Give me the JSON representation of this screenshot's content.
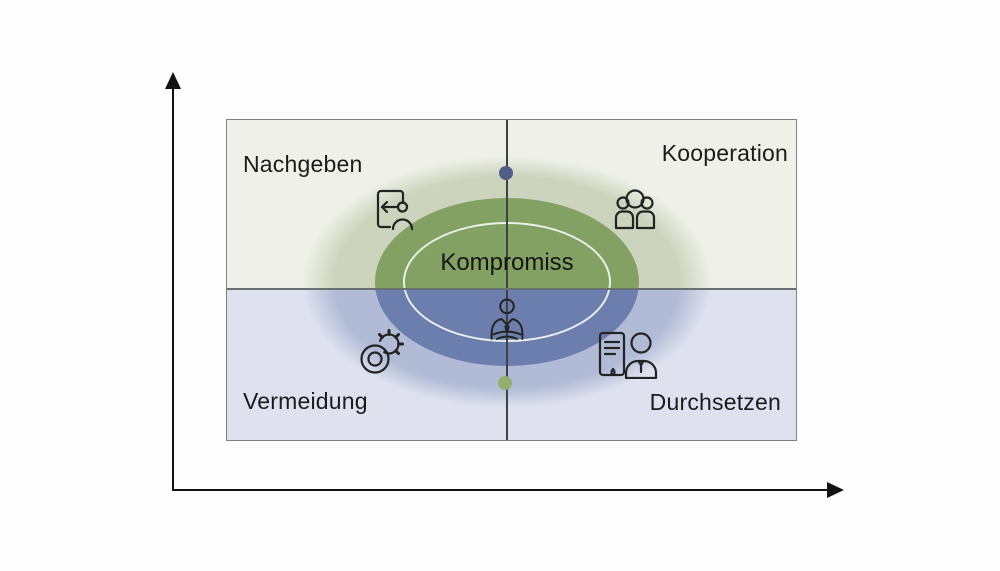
{
  "quadrants": {
    "top_left": {
      "label": "Nachgeben",
      "icon": "exit-door-icon"
    },
    "top_right": {
      "label": "Kooperation",
      "icon": "team-icon"
    },
    "bottom_left": {
      "label": "Vermeidung",
      "icon": "gears-icon"
    },
    "bottom_right": {
      "label": "Durchsetzen",
      "icon": "document-person-icon"
    }
  },
  "center": {
    "label": "Kompromiss",
    "icon": "negotiator-icon"
  },
  "markers": {
    "top_dot": "dark-blue-dot",
    "bottom_dot": "green-dot"
  },
  "colors": {
    "top_quadrant_bg": "#eff1e9",
    "bottom_quadrant_bg": "#dfe2ee",
    "outer_ellipse_top": "#ccd4bd",
    "outer_ellipse_bottom": "#b1bbd6",
    "mid_ellipse_top": "#82a162",
    "mid_ellipse_bottom": "#6c7ead",
    "top_dot": "#4e5e87",
    "bottom_dot": "#95ae70"
  }
}
